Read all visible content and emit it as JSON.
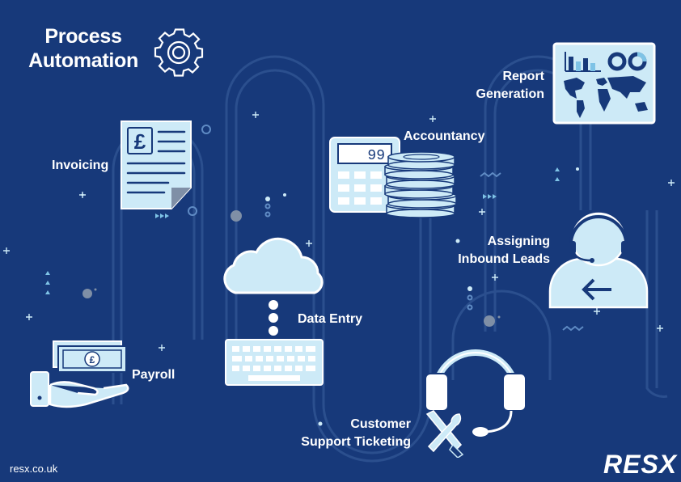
{
  "title": "Process\nAutomation",
  "labels": {
    "invoicing": "Invoicing",
    "accountancy": "Accountancy",
    "report_generation": "Report\nGeneration",
    "assigning_leads": "Assigning\nInbound Leads",
    "data_entry": "Data Entry",
    "payroll": "Payroll",
    "customer_support": "Customer\nSupport Ticketing"
  },
  "calculator_display": "99",
  "invoice_symbol": "£",
  "banknote_symbol": "£",
  "footer_url": "resx.co.uk",
  "logo_text": "RESX",
  "colors": {
    "background": "#17397a",
    "icon_fill": "#cdeaf7",
    "icon_outline": "#0f2e63",
    "track": "#2e5391",
    "white": "#ffffff"
  },
  "icons": [
    "gear-icon",
    "invoice-icon",
    "calculator-icon",
    "coins-icon",
    "report-monitor-icon",
    "world-map-icon",
    "agent-avatar-icon",
    "cloud-icon",
    "keyboard-icon",
    "headset-icon",
    "tools-icon",
    "hand-cash-icon"
  ]
}
